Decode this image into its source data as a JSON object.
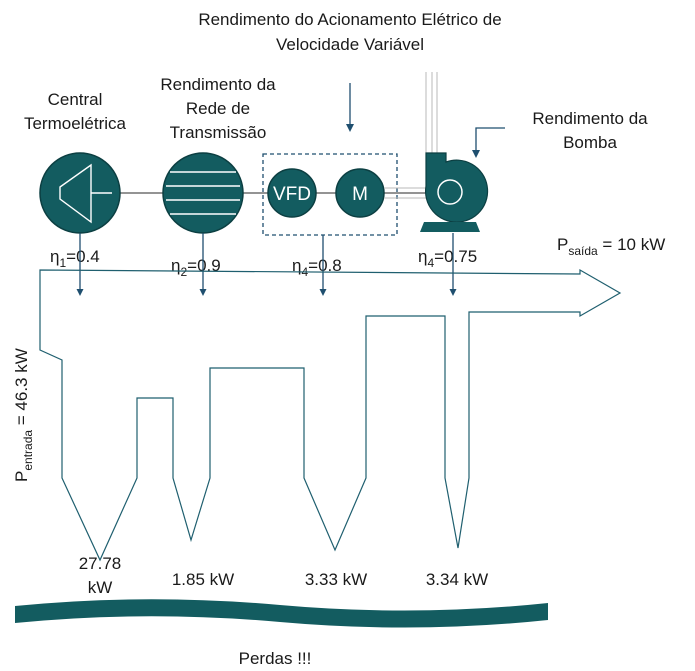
{
  "labels": {
    "title_line1": "Rendimento do Acionamento Elétrico de",
    "title_line2": "Velocidade Variável",
    "central_line1": "Central",
    "central_line2": "Termoelétrica",
    "rede_line1": "Rendimento da",
    "rede_line2": "Rede de",
    "rede_line3": "Transmissão",
    "bomba_line1": "Rendimento da",
    "bomba_line2": "Bomba",
    "vfd": "VFD",
    "motor": "M"
  },
  "efficiencies": [
    {
      "symbol": "η",
      "sub": "1",
      "value": "=0.4"
    },
    {
      "symbol": "η",
      "sub": "2",
      "value": "=0.9"
    },
    {
      "symbol": "η",
      "sub": "4",
      "value": "=0.8"
    },
    {
      "symbol": "η",
      "sub": "4",
      "value": "=0.75"
    }
  ],
  "power_out": {
    "symbol": "P",
    "sub": "saída",
    "value": " = 10 kW"
  },
  "power_in": {
    "symbol": "P",
    "sub": "entrada",
    "value": " = 46.3 kW"
  },
  "losses": [
    {
      "line1": "27.78",
      "line2": "kW"
    },
    {
      "line1": "1.85 kW",
      "line2": ""
    },
    {
      "line1": "3.33 kW",
      "line2": ""
    },
    {
      "line1": "3.34 kW",
      "line2": ""
    }
  ],
  "losses_label": "Perdas !!!",
  "colors": {
    "component": "#135c60",
    "line": "#1f5f6f",
    "arrow": "#1f4f6f"
  },
  "icons": [
    "turbine-icon",
    "transmission-lines-icon",
    "vfd-icon",
    "motor-icon",
    "pump-icon"
  ]
}
